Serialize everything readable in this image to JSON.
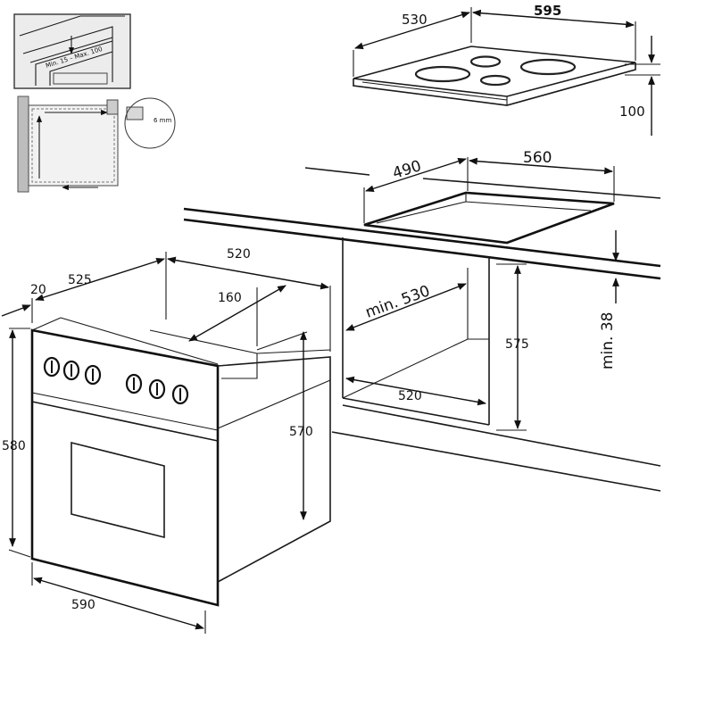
{
  "labels": {
    "hob_depth": "530",
    "hob_width": "595",
    "hob_height": "100",
    "cut_depth": "490",
    "cut_width": "560",
    "cab_depth": "min. 530",
    "worktop_thickness": "min. 38",
    "niche_height": "575",
    "niche_width": "520",
    "oven_front": "20",
    "oven_depth": "525",
    "oven_body_depth": "520",
    "vent": "160",
    "oven_height": "580",
    "oven_body_height": "570",
    "oven_width": "590"
  },
  "inset": {
    "vent_note": "Min. 15 – Max. 100",
    "gap_note": "6 mm"
  }
}
